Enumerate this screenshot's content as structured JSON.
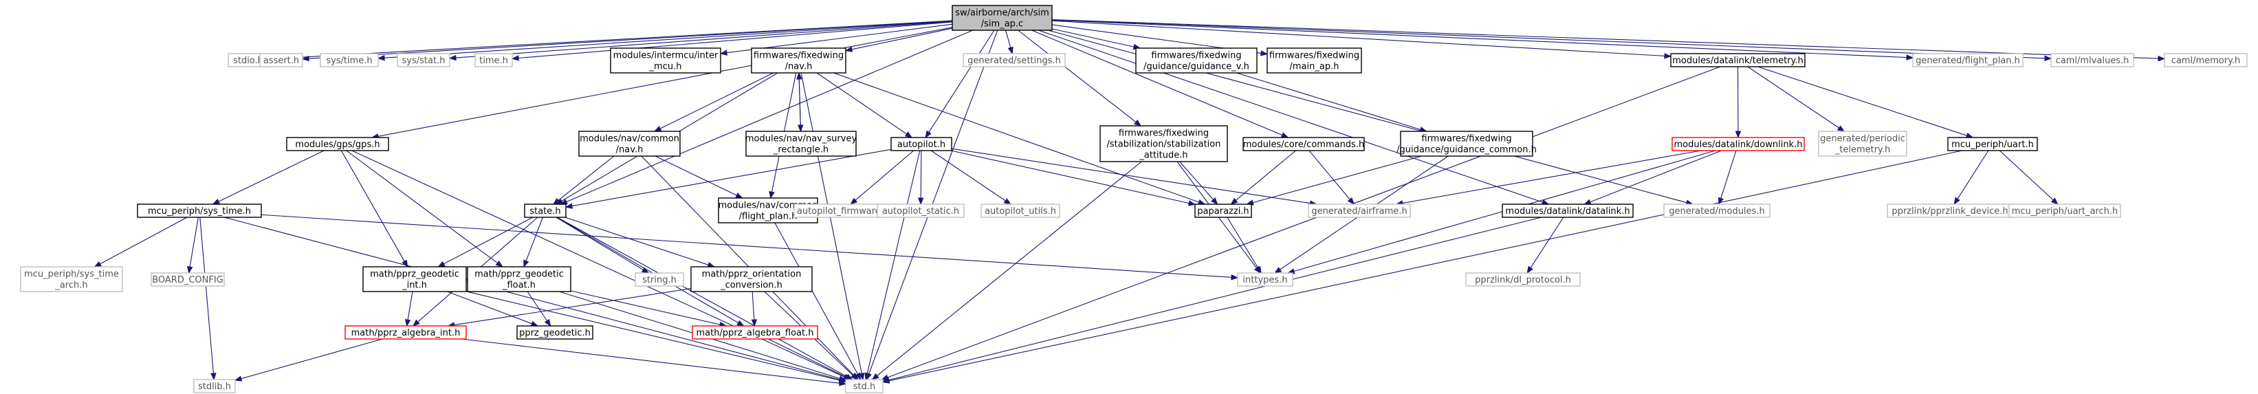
{
  "graph": {
    "nodes": [
      {
        "id": "root",
        "lines": [
          "sw/airborne/arch/sim",
          "/sim_ap.c"
        ],
        "style": "root"
      },
      {
        "id": "stdio",
        "lines": [
          "stdio.h"
        ],
        "style": "gray"
      },
      {
        "id": "assert",
        "lines": [
          "assert.h"
        ],
        "style": "gray"
      },
      {
        "id": "systime",
        "lines": [
          "sys/time.h"
        ],
        "style": "gray"
      },
      {
        "id": "sysstat",
        "lines": [
          "sys/stat.h"
        ],
        "style": "gray"
      },
      {
        "id": "time",
        "lines": [
          "time.h"
        ],
        "style": "gray"
      },
      {
        "id": "intermcu",
        "lines": [
          "modules/intermcu/inter",
          "_mcu.h"
        ],
        "style": "normal"
      },
      {
        "id": "navh",
        "lines": [
          "firmwares/fixedwing",
          "/nav.h"
        ],
        "style": "normal"
      },
      {
        "id": "settings",
        "lines": [
          "generated/settings.h"
        ],
        "style": "gray"
      },
      {
        "id": "guidancev",
        "lines": [
          "firmwares/fixedwing",
          "/guidance/guidance_v.h"
        ],
        "style": "normal"
      },
      {
        "id": "mainap",
        "lines": [
          "firmwares/fixedwing",
          "/main_ap.h"
        ],
        "style": "normal"
      },
      {
        "id": "telemetry",
        "lines": [
          "modules/datalink/telemetry.h"
        ],
        "style": "normal"
      },
      {
        "id": "flightplan",
        "lines": [
          "generated/flight_plan.h"
        ],
        "style": "gray"
      },
      {
        "id": "mlvalues",
        "lines": [
          "caml/mlvalues.h"
        ],
        "style": "gray"
      },
      {
        "id": "memory",
        "lines": [
          "caml/memory.h"
        ],
        "style": "gray"
      },
      {
        "id": "gps",
        "lines": [
          "modules/gps/gps.h"
        ],
        "style": "normal"
      },
      {
        "id": "navcommon",
        "lines": [
          "modules/nav/common",
          "/nav.h"
        ],
        "style": "normal"
      },
      {
        "id": "navsurvey",
        "lines": [
          "modules/nav/nav_survey",
          "_rectangle.h"
        ],
        "style": "normal"
      },
      {
        "id": "autopilot",
        "lines": [
          "autopilot.h"
        ],
        "style": "normal"
      },
      {
        "id": "stabatt",
        "lines": [
          "firmwares/fixedwing",
          "/stabilization/stabilization",
          "_attitude.h"
        ],
        "style": "normal"
      },
      {
        "id": "commands",
        "lines": [
          "modules/core/commands.h"
        ],
        "style": "normal"
      },
      {
        "id": "guidcommon",
        "lines": [
          "firmwares/fixedwing",
          "/guidance/guidance_common.h"
        ],
        "style": "normal"
      },
      {
        "id": "downlink",
        "lines": [
          "modules/datalink/downlink.h"
        ],
        "style": "red"
      },
      {
        "id": "periodic",
        "lines": [
          "generated/periodic",
          "_telemetry.h"
        ],
        "style": "gray"
      },
      {
        "id": "uart",
        "lines": [
          "mcu_periph/uart.h"
        ],
        "style": "normal"
      },
      {
        "id": "systimeh",
        "lines": [
          "mcu_periph/sys_time.h"
        ],
        "style": "normal"
      },
      {
        "id": "flightplanh",
        "lines": [
          "modules/nav/common",
          "/flight_plan.h"
        ],
        "style": "normal"
      },
      {
        "id": "apfirmware",
        "lines": [
          "autopilot_firmware.h"
        ],
        "style": "gray"
      },
      {
        "id": "apstatic",
        "lines": [
          "autopilot_static.h"
        ],
        "style": "gray"
      },
      {
        "id": "aputils",
        "lines": [
          "autopilot_utils.h"
        ],
        "style": "gray"
      },
      {
        "id": "paparazzi",
        "lines": [
          "paparazzi.h"
        ],
        "style": "normal"
      },
      {
        "id": "airframe",
        "lines": [
          "generated/airframe.h"
        ],
        "style": "gray"
      },
      {
        "id": "datalinkh",
        "lines": [
          "modules/datalink/datalink.h"
        ],
        "style": "normal"
      },
      {
        "id": "modulesh",
        "lines": [
          "generated/modules.h"
        ],
        "style": "gray"
      },
      {
        "id": "pprzdevice",
        "lines": [
          "pprzlink/pprzlink_device.h"
        ],
        "style": "gray"
      },
      {
        "id": "uartarch",
        "lines": [
          "mcu_periph/uart_arch.h"
        ],
        "style": "gray"
      },
      {
        "id": "state",
        "lines": [
          "state.h"
        ],
        "style": "normal"
      },
      {
        "id": "systimearch",
        "lines": [
          "mcu_periph/sys_time",
          "_arch.h"
        ],
        "style": "gray"
      },
      {
        "id": "boardconfig",
        "lines": [
          "BOARD_CONFIG"
        ],
        "style": "gray"
      },
      {
        "id": "geoint",
        "lines": [
          "math/pprz_geodetic",
          "_int.h"
        ],
        "style": "normal"
      },
      {
        "id": "geofloat",
        "lines": [
          "math/pprz_geodetic",
          "_float.h"
        ],
        "style": "normal"
      },
      {
        "id": "string",
        "lines": [
          "string.h"
        ],
        "style": "gray"
      },
      {
        "id": "orient",
        "lines": [
          "math/pprz_orientation",
          "_conversion.h"
        ],
        "style": "normal"
      },
      {
        "id": "inttypes",
        "lines": [
          "inttypes.h"
        ],
        "style": "gray"
      },
      {
        "id": "dlprotocol",
        "lines": [
          "pprzlink/dl_protocol.h"
        ],
        "style": "gray"
      },
      {
        "id": "algint",
        "lines": [
          "math/pprz_algebra_int.h"
        ],
        "style": "red"
      },
      {
        "id": "geodetic",
        "lines": [
          "pprz_geodetic.h"
        ],
        "style": "normal"
      },
      {
        "id": "algfloat",
        "lines": [
          "math/pprz_algebra_float.h"
        ],
        "style": "red"
      },
      {
        "id": "stdlib",
        "lines": [
          "stdlib.h"
        ],
        "style": "gray"
      },
      {
        "id": "stdh",
        "lines": [
          "std.h"
        ],
        "style": "gray"
      }
    ],
    "edges": [
      [
        "root",
        "stdio"
      ],
      [
        "root",
        "assert"
      ],
      [
        "root",
        "systime"
      ],
      [
        "root",
        "sysstat"
      ],
      [
        "root",
        "time"
      ],
      [
        "root",
        "intermcu"
      ],
      [
        "root",
        "navh"
      ],
      [
        "root",
        "settings"
      ],
      [
        "root",
        "guidancev"
      ],
      [
        "root",
        "mainap"
      ],
      [
        "root",
        "telemetry"
      ],
      [
        "root",
        "flightplan"
      ],
      [
        "root",
        "mlvalues"
      ],
      [
        "root",
        "memory"
      ],
      [
        "root",
        "gps"
      ],
      [
        "root",
        "autopilot"
      ],
      [
        "root",
        "stabatt"
      ],
      [
        "root",
        "commands"
      ],
      [
        "root",
        "datalinkh"
      ],
      [
        "root",
        "modulesh"
      ],
      [
        "root",
        "state"
      ],
      [
        "root",
        "stdh"
      ],
      [
        "navh",
        "navcommon"
      ],
      [
        "navh",
        "navsurvey"
      ],
      [
        "navh",
        "autopilot"
      ],
      [
        "navh",
        "state"
      ],
      [
        "navh",
        "flightplanh"
      ],
      [
        "navh",
        "paparazzi"
      ],
      [
        "navh",
        "stdh"
      ],
      [
        "navsurvey",
        "navh"
      ],
      [
        "guidancev",
        "guidcommon"
      ],
      [
        "telemetry",
        "downlink"
      ],
      [
        "telemetry",
        "periodic"
      ],
      [
        "telemetry",
        "uart"
      ],
      [
        "telemetry",
        "stdh"
      ],
      [
        "gps",
        "systimeh"
      ],
      [
        "gps",
        "geoint"
      ],
      [
        "gps",
        "geofloat"
      ],
      [
        "gps",
        "stdh"
      ],
      [
        "navcommon",
        "state"
      ],
      [
        "navcommon",
        "flightplanh"
      ],
      [
        "navcommon",
        "stdh"
      ],
      [
        "autopilot",
        "state"
      ],
      [
        "autopilot",
        "apfirmware"
      ],
      [
        "autopilot",
        "apstatic"
      ],
      [
        "autopilot",
        "aputils"
      ],
      [
        "autopilot",
        "paparazzi"
      ],
      [
        "autopilot",
        "airframe"
      ],
      [
        "autopilot",
        "stdh"
      ],
      [
        "stabatt",
        "paparazzi"
      ],
      [
        "stabatt",
        "inttypes"
      ],
      [
        "stabatt",
        "stdh"
      ],
      [
        "commands",
        "paparazzi"
      ],
      [
        "commands",
        "airframe"
      ],
      [
        "guidcommon",
        "paparazzi"
      ],
      [
        "guidcommon",
        "inttypes"
      ],
      [
        "downlink",
        "datalinkh"
      ],
      [
        "downlink",
        "modulesh"
      ],
      [
        "downlink",
        "airframe"
      ],
      [
        "downlink",
        "inttypes"
      ],
      [
        "uart",
        "pprzdevice"
      ],
      [
        "uart",
        "uartarch"
      ],
      [
        "uart",
        "stdh"
      ],
      [
        "systimeh",
        "systimearch"
      ],
      [
        "systimeh",
        "boardconfig"
      ],
      [
        "systimeh",
        "stdlib"
      ],
      [
        "systimeh",
        "inttypes"
      ],
      [
        "systimeh",
        "stdh"
      ],
      [
        "flightplanh",
        "stdh"
      ],
      [
        "paparazzi",
        "inttypes"
      ],
      [
        "datalinkh",
        "dlprotocol"
      ],
      [
        "datalinkh",
        "stdh"
      ],
      [
        "state",
        "geoint"
      ],
      [
        "state",
        "geofloat"
      ],
      [
        "state",
        "string"
      ],
      [
        "state",
        "orient"
      ],
      [
        "state",
        "algint"
      ],
      [
        "state",
        "algfloat"
      ],
      [
        "state",
        "stdh"
      ],
      [
        "geoint",
        "algint"
      ],
      [
        "geoint",
        "geodetic"
      ],
      [
        "geoint",
        "stdh"
      ],
      [
        "geofloat",
        "geodetic"
      ],
      [
        "geofloat",
        "algfloat"
      ],
      [
        "geofloat",
        "stdh"
      ],
      [
        "orient",
        "algint"
      ],
      [
        "orient",
        "algfloat"
      ],
      [
        "orient",
        "stdh"
      ],
      [
        "algint",
        "stdh"
      ],
      [
        "algint",
        "stdlib"
      ],
      [
        "algfloat",
        "stdh"
      ]
    ]
  }
}
